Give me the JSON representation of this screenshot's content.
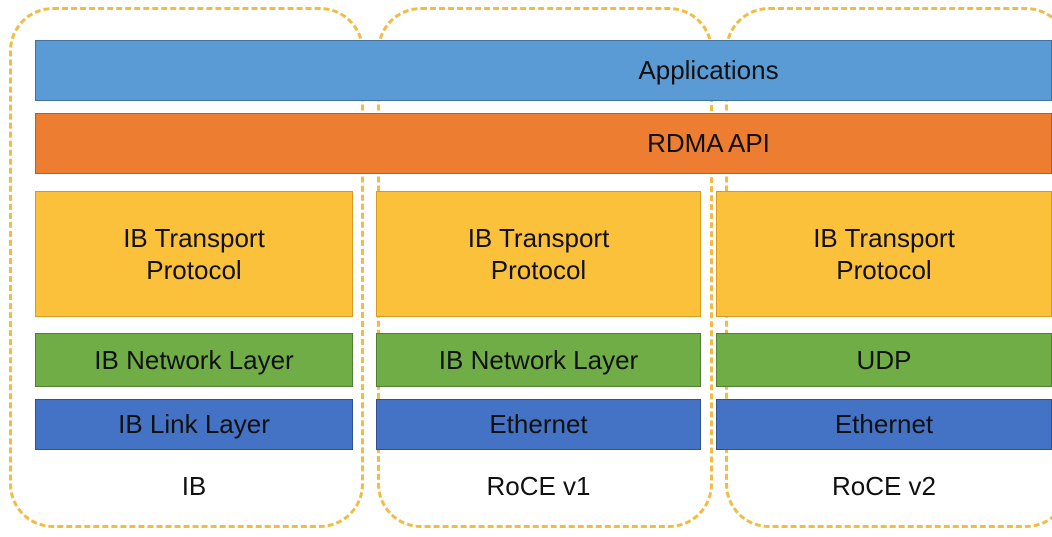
{
  "diagram": {
    "shared_layers": {
      "applications": "Applications",
      "rdma_api": "RDMA API"
    },
    "columns": [
      {
        "label": "IB",
        "transport": "IB Transport\nProtocol",
        "network": "IB Network Layer",
        "link": "IB Link Layer"
      },
      {
        "label": "RoCE v1",
        "transport": "IB Transport\nProtocol",
        "network": "IB Network Layer",
        "link": "Ethernet"
      },
      {
        "label": "RoCE v2",
        "transport": "IB Transport\nProtocol",
        "network": "UDP",
        "link": "Ethernet"
      }
    ],
    "colors": {
      "applications": "#5B9BD5",
      "rdma": "#ED7D31",
      "transport": "#FCC13B",
      "network": "#70AD47",
      "link": "#4472C4",
      "dashed": "#F2BC42"
    }
  }
}
